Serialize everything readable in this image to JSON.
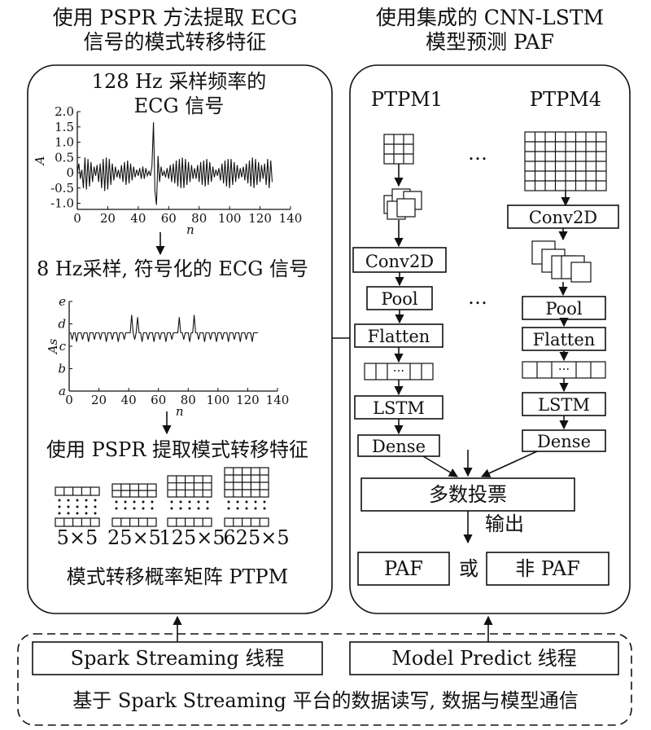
{
  "left_panel": {
    "heading_line1": "使用 PSPR 方法提取 ECG",
    "heading_line2": "信号的模式转移特征",
    "ecg_title_line1": "128 Hz 采样频率的",
    "ecg_title_line2": "ECG 信号",
    "sym_title": "8 Hz采样, 符号化的 ECG 信号",
    "pspr_title": "使用 PSPR 提取模式转移特征",
    "ptpm_caption": "模式转移概率矩阵 PTPM",
    "matrix_labels": [
      "5×5",
      "25×5",
      "125×5",
      "625×5"
    ]
  },
  "right_panel": {
    "heading_line1": "使用集成的 CNN-LSTM",
    "heading_line2": "模型预测 PAF",
    "ptpm1_label": "PTPM1",
    "ptpm4_label": "PTPM4",
    "ellipsis": "…",
    "conv2d_label": "Conv2D",
    "pool_label": "Pool",
    "flatten_label": "Flatten",
    "lstm_label": "LSTM",
    "dense_label": "Dense",
    "vote_label": "多数投票",
    "output_label": "输出",
    "paf_label": "PAF",
    "or_label": "或",
    "non_paf_label": "非 PAF"
  },
  "bottom_panel": {
    "spark_thread": "Spark Streaming 线程",
    "model_thread": "Model Predict 线程",
    "caption": "基于 Spark Streaming 平台的数据读写, 数据与模型通信"
  },
  "chart_data": [
    {
      "type": "line",
      "title": "",
      "xlabel": "n",
      "ylabel": "A",
      "xlim": [
        0,
        140
      ],
      "ylim": [
        -1.2,
        2.0
      ],
      "xticks": [
        "0",
        "20",
        "40",
        "60",
        "80",
        "100",
        "120",
        "140"
      ],
      "yticks": [
        "2.0",
        "1.5",
        "1.0",
        "0.5",
        "0",
        "-0.5",
        "-1.0"
      ],
      "series": [
        {
          "x": [
            0,
            1,
            2,
            3,
            4,
            5,
            6,
            7,
            8,
            9,
            10,
            11,
            12,
            13,
            14,
            15,
            16,
            17,
            18,
            19,
            20,
            21,
            22,
            23,
            24,
            25,
            26,
            27,
            28,
            29,
            30,
            31,
            32,
            33,
            34,
            35,
            36,
            37,
            38,
            39,
            40,
            41,
            42,
            43,
            44,
            45,
            46,
            47,
            48,
            49,
            50,
            51,
            52,
            53,
            54,
            55,
            56,
            57,
            58,
            59,
            60,
            61,
            62,
            63,
            64,
            65,
            66,
            67,
            68,
            69,
            70,
            71,
            72,
            73,
            74,
            75,
            76,
            77,
            78,
            79,
            80,
            81,
            82,
            83,
            84,
            85,
            86,
            87,
            88,
            89,
            90,
            91,
            92,
            93,
            94,
            95,
            96,
            97,
            98,
            99,
            100,
            101,
            102,
            103,
            104,
            105,
            106,
            107,
            108,
            109,
            110,
            111,
            112,
            113,
            114,
            115,
            116,
            117,
            118,
            119,
            120,
            121,
            122,
            123,
            124,
            125,
            126,
            127,
            128
          ],
          "y": [
            0.0,
            0.3,
            -0.2,
            0.1,
            -0.5,
            0.5,
            -0.55,
            0.45,
            -0.45,
            0.35,
            -0.3,
            0.2,
            -0.1,
            0.25,
            -0.3,
            0.3,
            -0.5,
            0.45,
            -0.6,
            0.5,
            -0.55,
            0.45,
            -0.4,
            0.3,
            -0.25,
            0.2,
            -0.15,
            0.1,
            -0.2,
            0.25,
            -0.3,
            0.35,
            -0.4,
            0.4,
            -0.35,
            0.3,
            -0.25,
            0.2,
            -0.15,
            0.1,
            -0.1,
            0.15,
            -0.2,
            0.2,
            -0.2,
            0.15,
            -0.1,
            0.05,
            -0.1,
            0.2,
            1.65,
            -0.6,
            -1.05,
            0.55,
            -0.3,
            0.2,
            -0.1,
            0.05,
            -0.15,
            0.15,
            -0.2,
            0.25,
            -0.3,
            0.3,
            -0.35,
            0.4,
            -0.45,
            0.45,
            -0.5,
            0.5,
            -0.5,
            0.45,
            -0.4,
            0.35,
            -0.3,
            0.25,
            -0.2,
            0.15,
            -0.2,
            0.25,
            -0.3,
            0.35,
            -0.4,
            0.4,
            -0.45,
            0.45,
            -0.4,
            0.35,
            -0.3,
            0.2,
            -0.15,
            0.1,
            -0.1,
            0.15,
            -0.25,
            0.3,
            -0.35,
            0.4,
            -0.45,
            0.45,
            -0.5,
            0.45,
            -0.4,
            0.35,
            -0.3,
            0.25,
            -0.2,
            0.15,
            -0.15,
            0.2,
            -0.25,
            0.3,
            -0.35,
            0.4,
            -0.45,
            0.5,
            -0.5,
            0.45,
            -0.4,
            0.35,
            -0.3,
            0.25,
            -0.2,
            0.3,
            -0.4,
            0.45,
            -0.5,
            0.4,
            -0.3
          ]
        }
      ]
    },
    {
      "type": "line",
      "title": "",
      "xlabel": "n",
      "ylabel": "As",
      "xlim": [
        0,
        140
      ],
      "ylim": [
        0,
        4
      ],
      "xticks": [
        "0",
        "20",
        "40",
        "60",
        "80",
        "100",
        "120",
        "140"
      ],
      "yticks": [
        "e",
        "d",
        "c",
        "b",
        "a"
      ],
      "series": [
        {
          "x": [
            0,
            1,
            2,
            3,
            4,
            5,
            6,
            7,
            8,
            9,
            10,
            11,
            12,
            13,
            14,
            15,
            16,
            17,
            18,
            19,
            20,
            21,
            22,
            23,
            24,
            25,
            26,
            27,
            28,
            29,
            30,
            31,
            32,
            33,
            34,
            35,
            36,
            37,
            38,
            39,
            40,
            41,
            42,
            43,
            44,
            45,
            46,
            47,
            48,
            49,
            50,
            51,
            52,
            53,
            54,
            55,
            56,
            57,
            58,
            59,
            60,
            61,
            62,
            63,
            64,
            65,
            66,
            67,
            68,
            69,
            70,
            71,
            72,
            73,
            74,
            75,
            76,
            77,
            78,
            79,
            80,
            81,
            82,
            83,
            84,
            85,
            86,
            87,
            88,
            89,
            90,
            91,
            92,
            93,
            94,
            95,
            96,
            97,
            98,
            99,
            100,
            101,
            102,
            103,
            104,
            105,
            106,
            107,
            108,
            109,
            110,
            111,
            112,
            113,
            114,
            115,
            116,
            117,
            118,
            119,
            120,
            121,
            122,
            123,
            124,
            125,
            126,
            127
          ],
          "y": [
            2.6,
            2.6,
            2.3,
            2.6,
            2.6,
            2.2,
            2.6,
            2.6,
            2.6,
            2.3,
            2.6,
            2.6,
            2.6,
            2.2,
            2.6,
            2.6,
            2.6,
            2.3,
            2.6,
            2.6,
            2.6,
            2.3,
            2.6,
            2.6,
            2.6,
            2.2,
            2.6,
            2.6,
            2.6,
            2.3,
            2.6,
            2.6,
            2.6,
            2.2,
            2.6,
            2.6,
            2.6,
            2.3,
            2.6,
            2.6,
            2.6,
            2.6,
            3.4,
            2.6,
            2.3,
            2.6,
            3.3,
            2.6,
            2.6,
            2.2,
            2.6,
            2.6,
            2.6,
            2.3,
            2.6,
            2.6,
            2.6,
            2.2,
            2.6,
            2.6,
            2.6,
            2.3,
            2.6,
            2.6,
            2.6,
            2.2,
            2.6,
            2.6,
            2.6,
            2.3,
            2.6,
            2.6,
            2.6,
            2.6,
            3.3,
            2.6,
            2.6,
            2.3,
            2.6,
            2.6,
            2.6,
            2.2,
            2.6,
            2.6,
            3.4,
            2.6,
            2.6,
            2.3,
            2.6,
            2.6,
            2.6,
            2.2,
            2.6,
            2.6,
            2.6,
            2.3,
            2.6,
            2.6,
            2.6,
            2.2,
            2.6,
            2.6,
            2.6,
            2.3,
            2.6,
            2.6,
            2.6,
            2.2,
            2.6,
            2.6,
            2.6,
            2.3,
            2.6,
            2.6,
            2.6,
            2.2,
            2.6,
            2.6,
            2.6,
            2.3,
            2.6,
            2.6,
            2.6,
            2.2,
            2.6,
            2.6,
            2.6,
            2.6
          ]
        }
      ]
    }
  ]
}
